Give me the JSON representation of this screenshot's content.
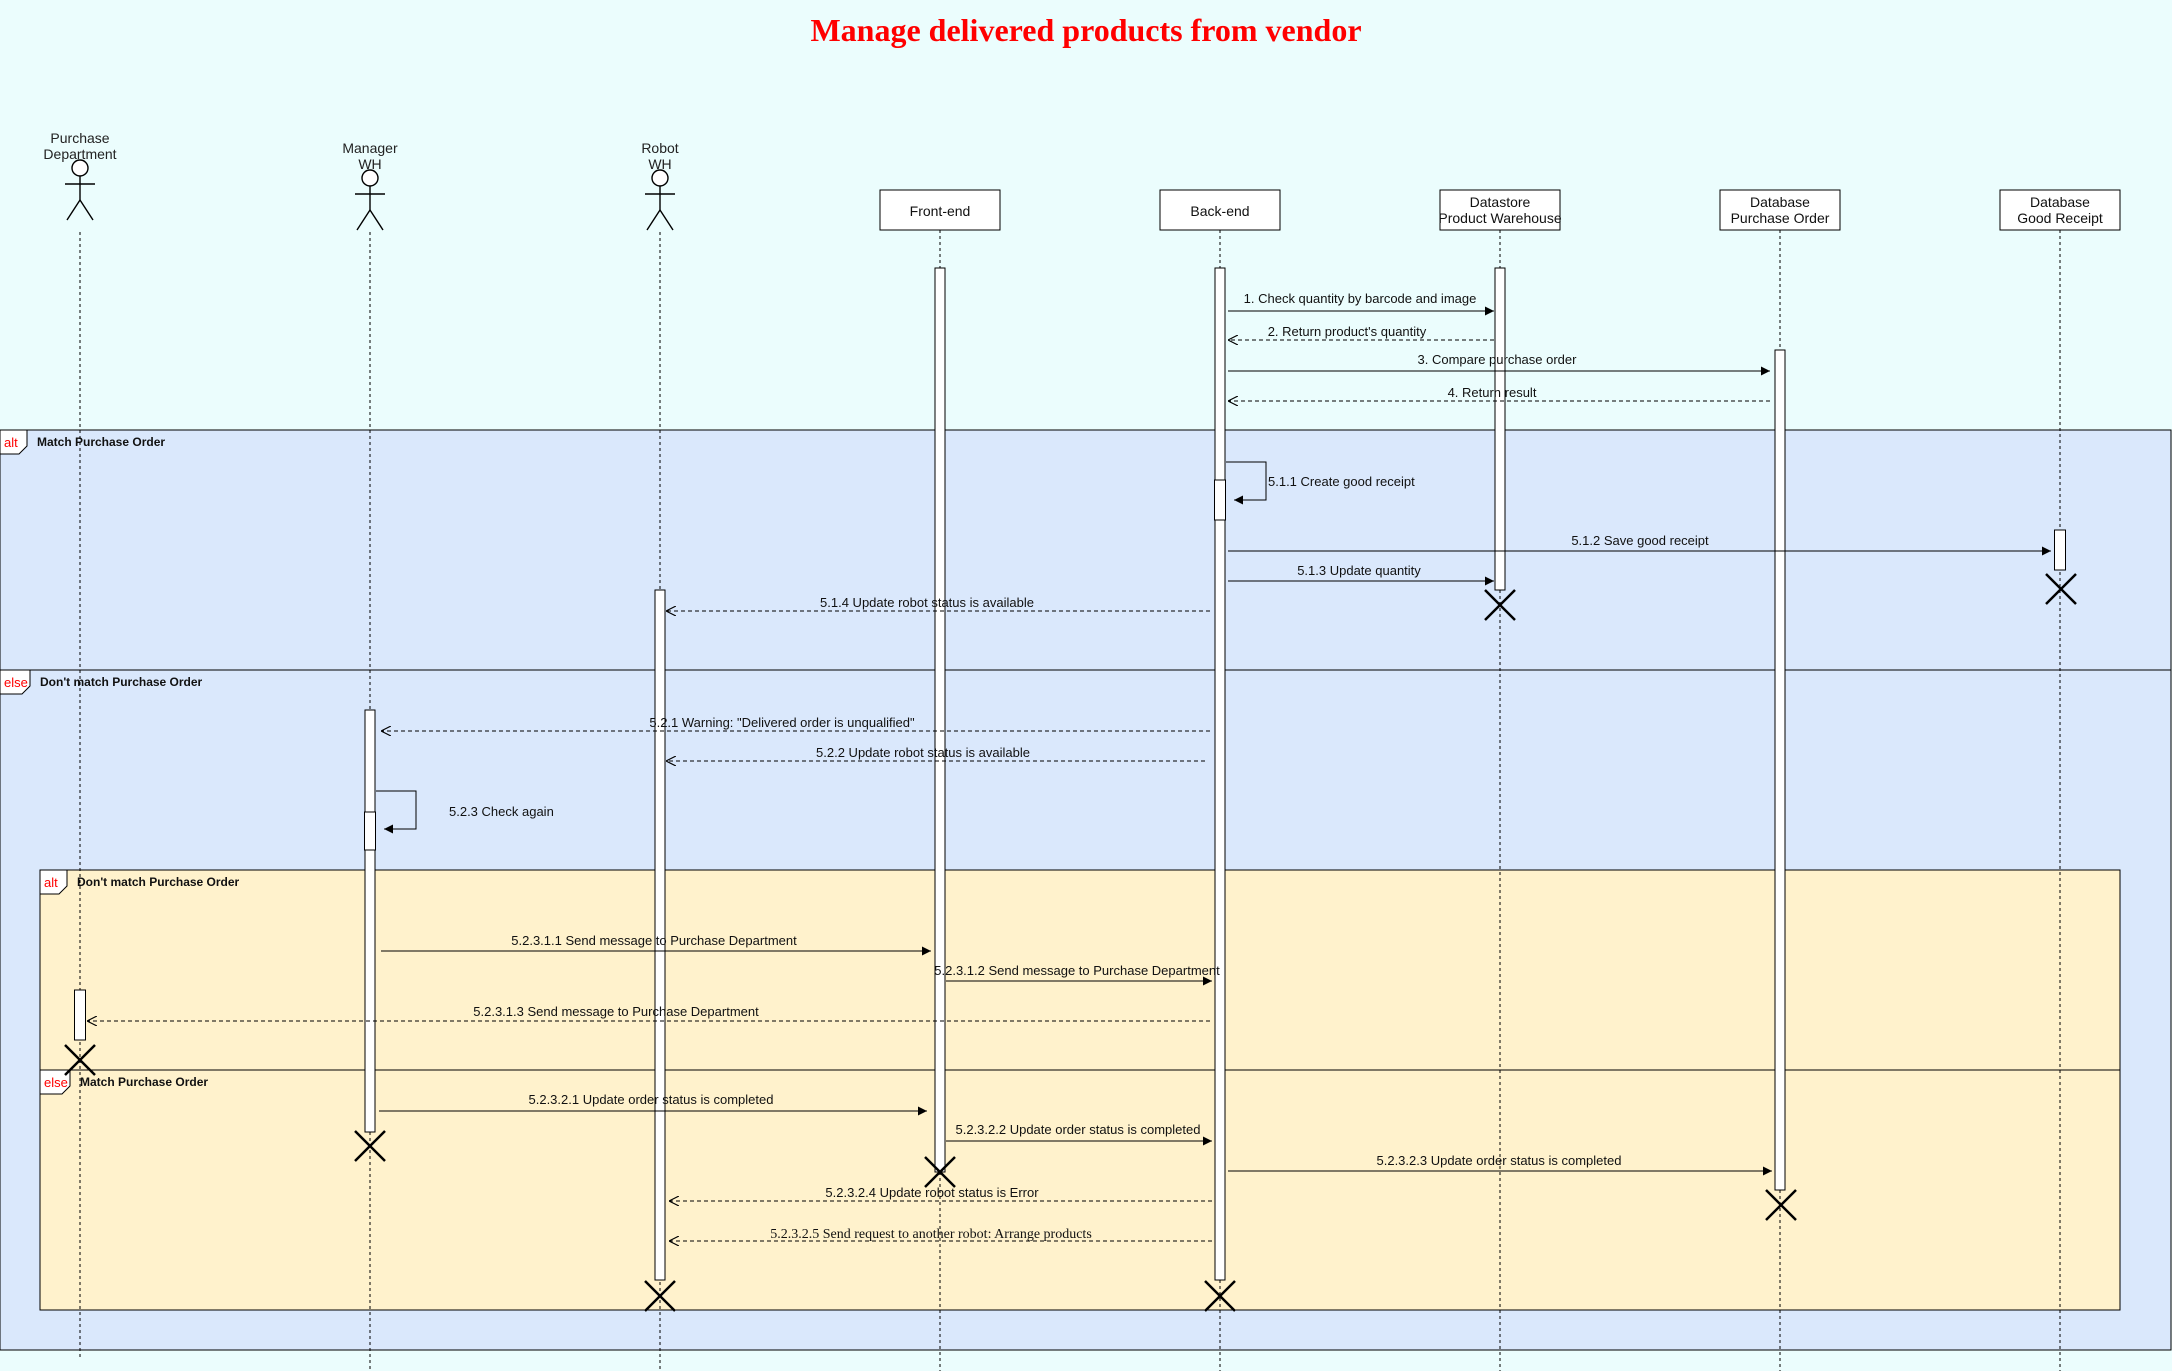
{
  "title": "Manage delivered products from vendor",
  "participants": [
    {
      "kind": "actor",
      "lines": [
        "Purchase",
        "Department"
      ]
    },
    {
      "kind": "actor",
      "lines": [
        "Manager",
        "WH"
      ]
    },
    {
      "kind": "actor",
      "lines": [
        "Robot",
        "WH"
      ]
    },
    {
      "kind": "box",
      "lines": [
        "Front-end"
      ]
    },
    {
      "kind": "box",
      "lines": [
        "Back-end"
      ]
    },
    {
      "kind": "box",
      "lines": [
        "Datastore",
        "Product Warehouse"
      ]
    },
    {
      "kind": "box",
      "lines": [
        "Database",
        "Purchase Order"
      ]
    },
    {
      "kind": "box",
      "lines": [
        "Database",
        "Good Receipt"
      ]
    }
  ],
  "fragments": [
    {
      "operator": "alt",
      "guard": "Match Purchase Order"
    },
    {
      "operator": "else",
      "guard": "Don't match Purchase Order"
    },
    {
      "operator": "alt",
      "guard": "Don't match Purchase Order"
    },
    {
      "operator": "else",
      "guard": "Match Purchase Order"
    }
  ],
  "messages": [
    {
      "text": "1. Check quantity by barcode and image",
      "from": "Back-end",
      "to": "Datastore Product Warehouse",
      "style": "sync"
    },
    {
      "text": "2. Return product's quantity",
      "from": "Datastore Product Warehouse",
      "to": "Back-end",
      "style": "return"
    },
    {
      "text": "3. Compare purchase order",
      "from": "Back-end",
      "to": "Database Purchase Order",
      "style": "sync"
    },
    {
      "text": "4. Return result",
      "from": "Database Purchase Order",
      "to": "Back-end",
      "style": "return"
    },
    {
      "text": "5.1.1 Create good receipt",
      "from": "Back-end",
      "to": "Back-end",
      "style": "self"
    },
    {
      "text": "5.1.2 Save good receipt",
      "from": "Back-end",
      "to": "Database Good Receipt",
      "style": "sync"
    },
    {
      "text": "5.1.3 Update quantity",
      "from": "Back-end",
      "to": "Datastore Product Warehouse",
      "style": "sync"
    },
    {
      "text": "5.1.4 Update robot status is available",
      "from": "Back-end",
      "to": "Robot WH",
      "style": "return"
    },
    {
      "text": "5.2.1 Warning: \"Delivered order is unqualified\"",
      "from": "Back-end",
      "to": "Manager WH",
      "style": "return"
    },
    {
      "text": "5.2.2 Update robot status is available",
      "from": "Back-end",
      "to": "Robot WH",
      "style": "return"
    },
    {
      "text": "5.2.3 Check again",
      "from": "Manager WH",
      "to": "Manager WH",
      "style": "self"
    },
    {
      "text": "5.2.3.1.1 Send message to Purchase Department",
      "from": "Manager WH",
      "to": "Front-end",
      "style": "sync"
    },
    {
      "text": "5.2.3.1.2 Send message to Purchase Department",
      "from": "Front-end",
      "to": "Back-end",
      "style": "sync"
    },
    {
      "text": "5.2.3.1.3 Send message to Purchase Department",
      "from": "Back-end",
      "to": "Purchase Department",
      "style": "return"
    },
    {
      "text": "5.2.3.2.1 Update order status is completed",
      "from": "Manager WH",
      "to": "Front-end",
      "style": "sync"
    },
    {
      "text": "5.2.3.2.2 Update order status is completed",
      "from": "Front-end",
      "to": "Back-end",
      "style": "sync"
    },
    {
      "text": "5.2.3.2.3 Update order status is completed",
      "from": "Back-end",
      "to": "Database Purchase Order",
      "style": "sync"
    },
    {
      "text": "5.2.3.2.4 Update robot status is Error",
      "from": "Back-end",
      "to": "Robot WH",
      "style": "return"
    },
    {
      "text": "5.2.3.2.5 Send request to another robot: Arrange products",
      "from": "Back-end",
      "to": "Robot WH",
      "style": "return"
    }
  ],
  "colors": {
    "background": "#ebfdfd",
    "title": "#ff0000",
    "outer_frame_fill": "#dae8fc",
    "inner_frame_fill": "#fff2cc",
    "operator_text": "#ff0000",
    "line": "#000000"
  }
}
